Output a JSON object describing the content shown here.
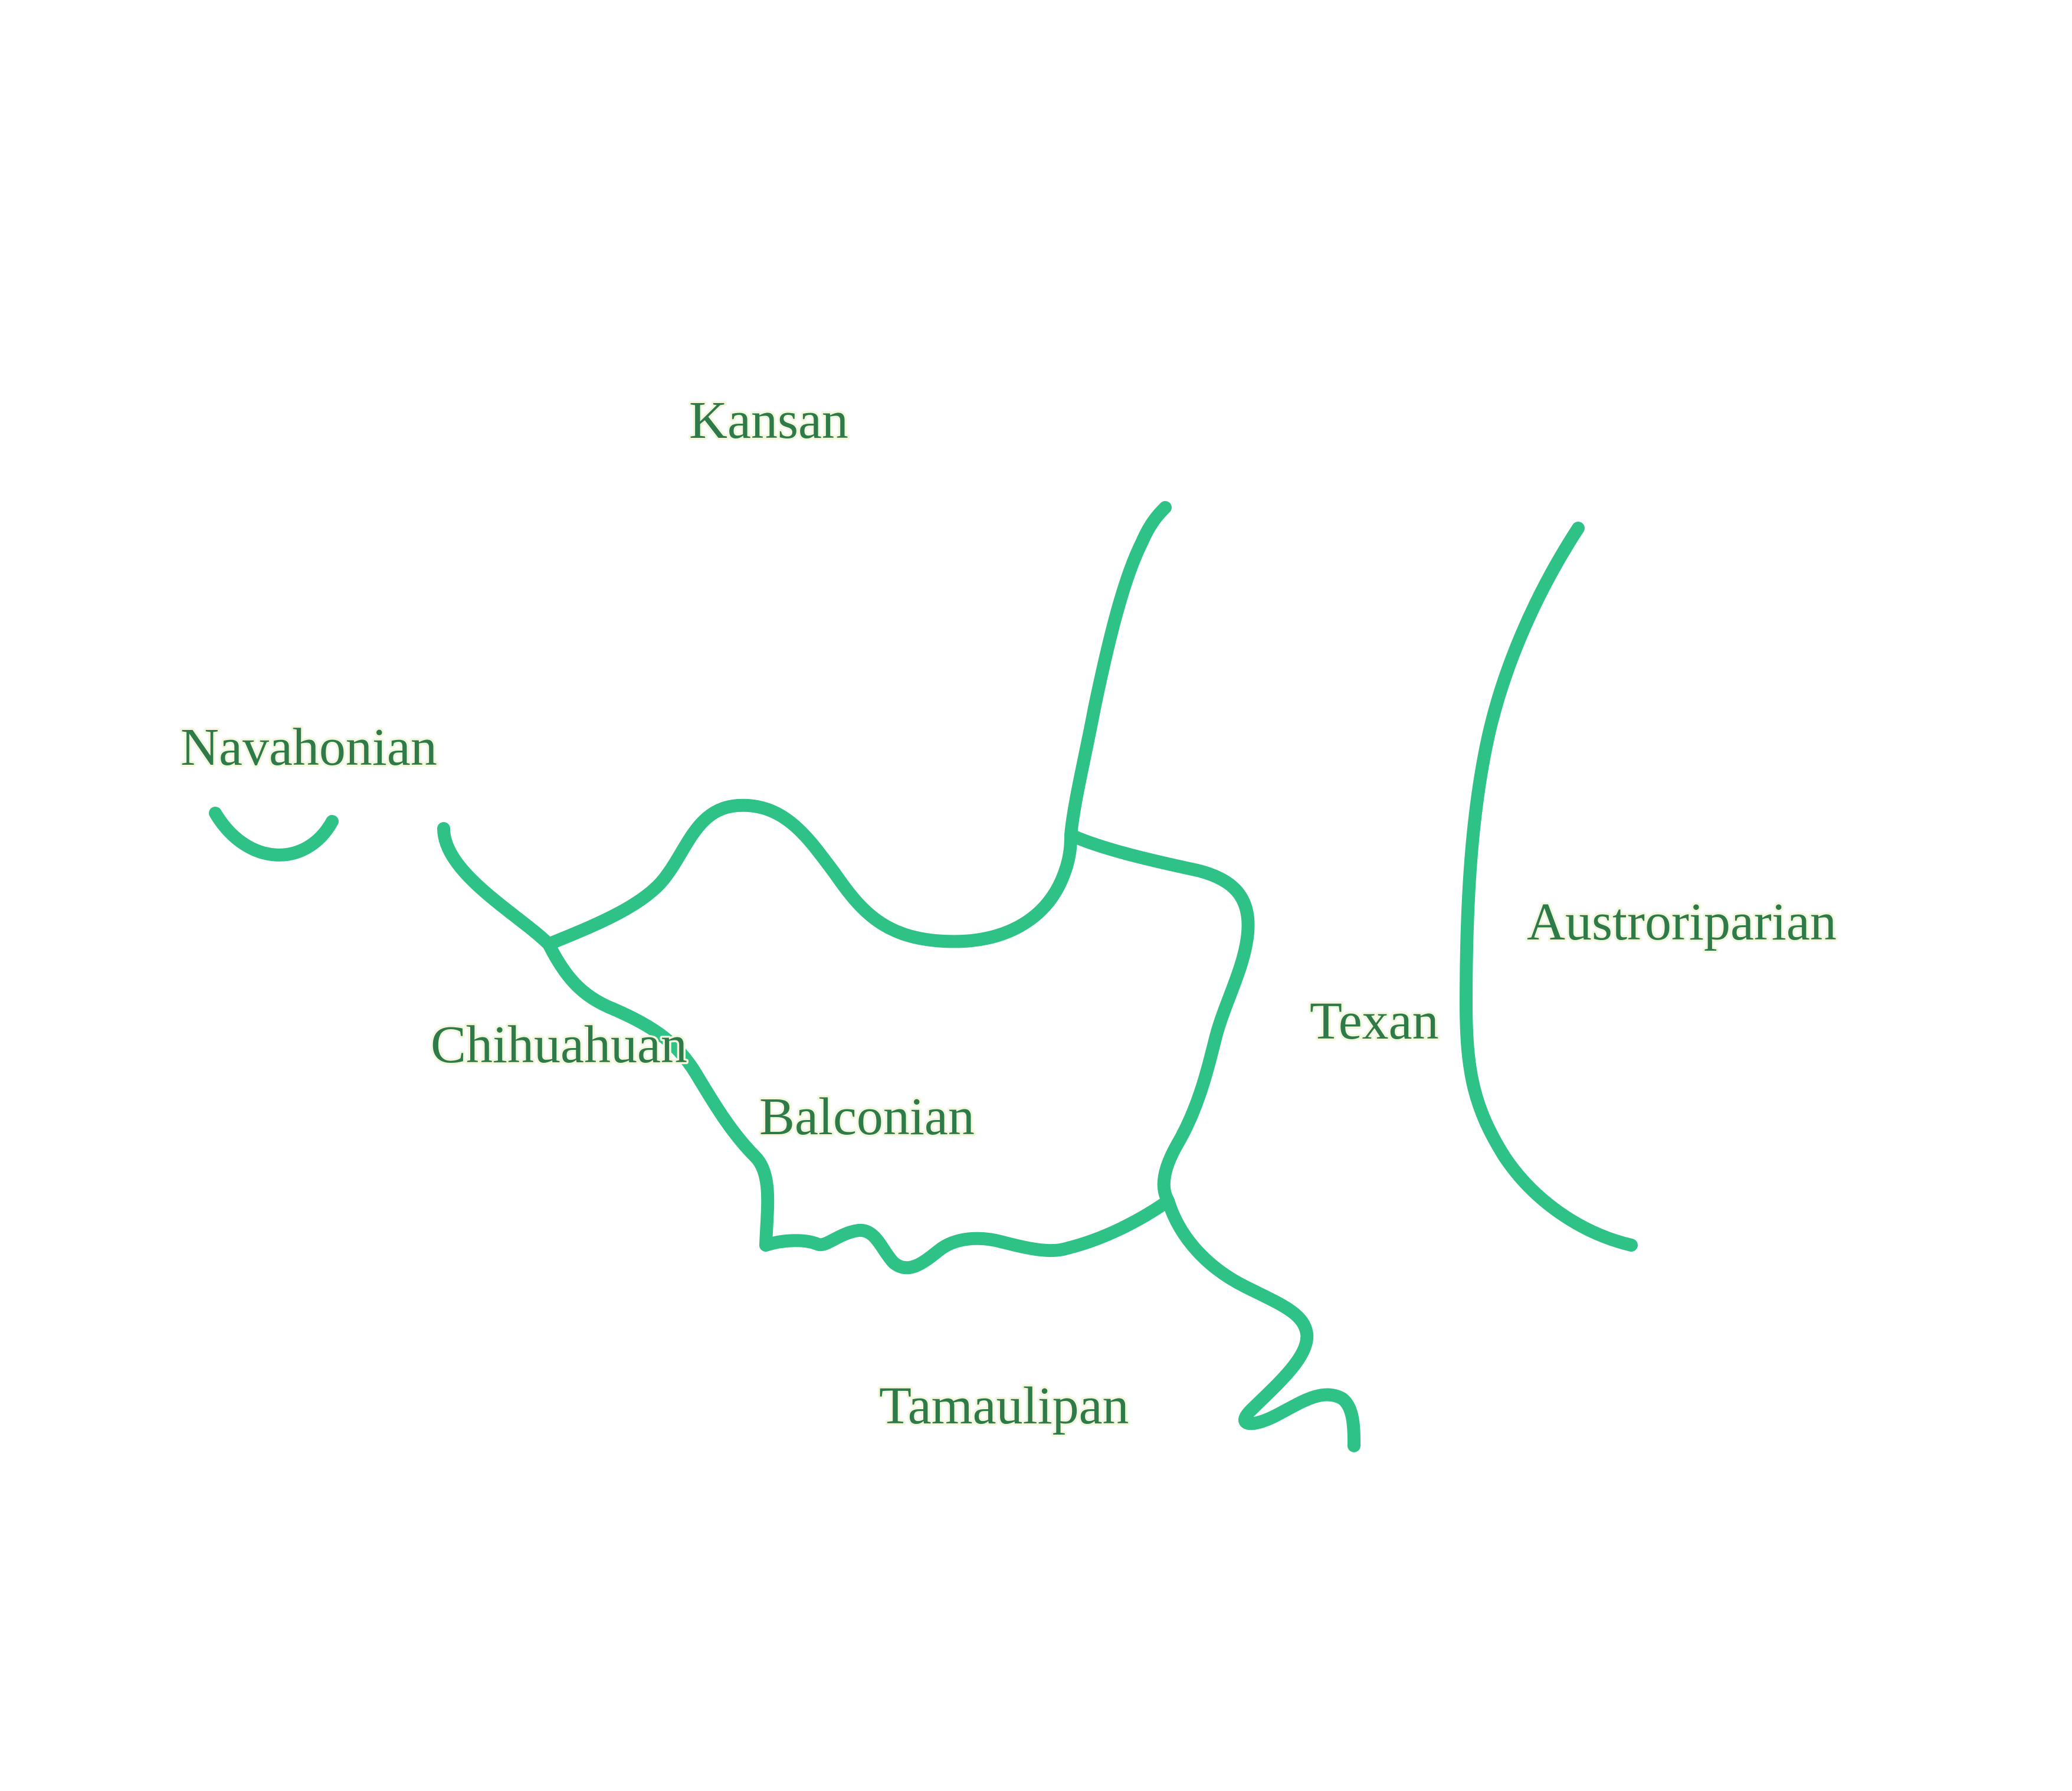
{
  "colors": {
    "boundary": "#2ec287",
    "label": "#2f7a4a",
    "label_halo": "#f3f7dc",
    "background": "#ffffff"
  },
  "regions": [
    {
      "id": "kansan",
      "label": "Kansan"
    },
    {
      "id": "navahonian",
      "label": "Navahonian"
    },
    {
      "id": "chihuahuan",
      "label": "Chihuahuan"
    },
    {
      "id": "balconian",
      "label": "Balconian"
    },
    {
      "id": "texan",
      "label": "Texan"
    },
    {
      "id": "austroriparian",
      "label": "Austroriparian"
    },
    {
      "id": "tamaulipan",
      "label": "Tamaulipan"
    }
  ]
}
